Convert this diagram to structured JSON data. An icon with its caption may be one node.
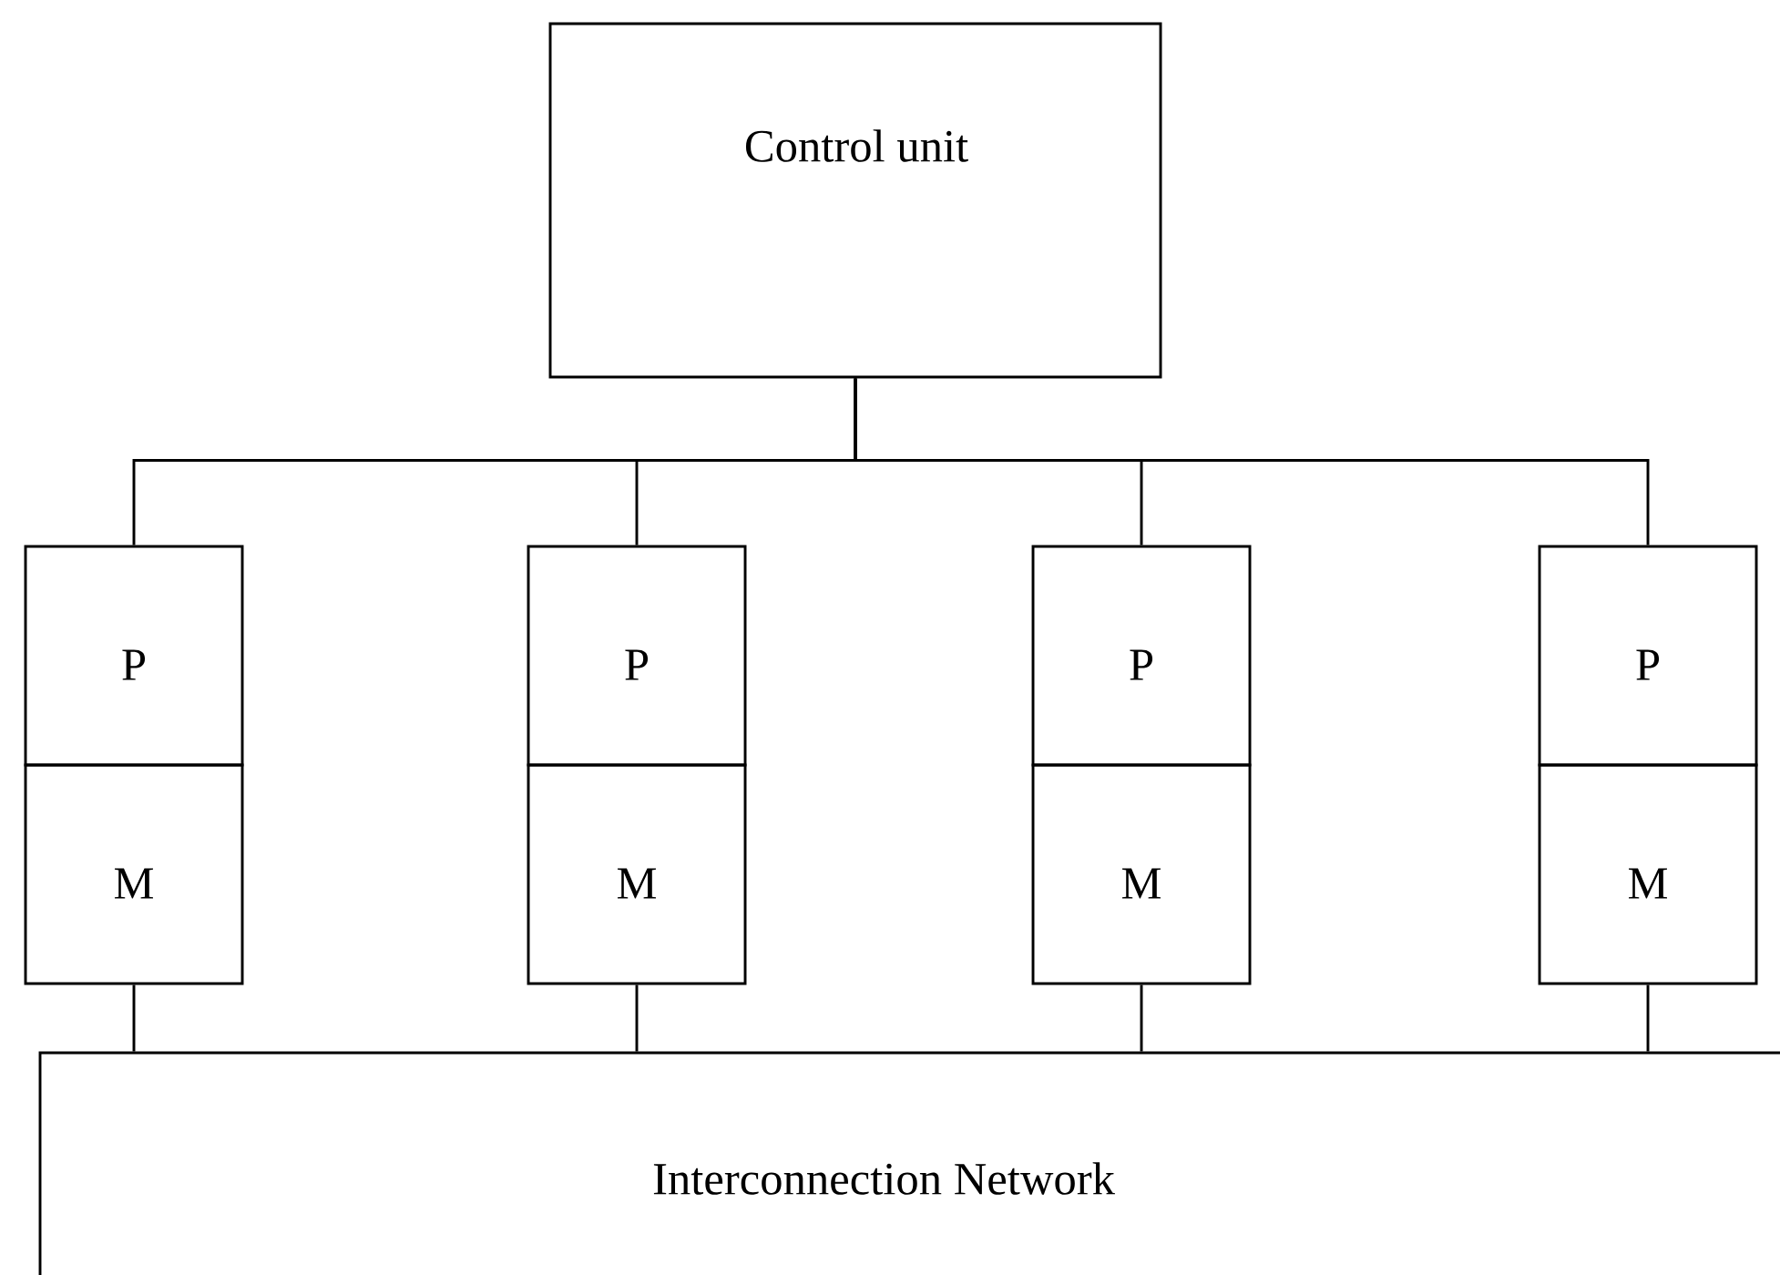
{
  "diagram": {
    "nodes": [
      {
        "text": [
          "Control unit"
        ]
      },
      {
        "text": [
          "P"
        ]
      },
      {
        "text": [
          "P"
        ]
      },
      {
        "text": [
          "P"
        ]
      },
      {
        "text": [
          "P"
        ]
      },
      {
        "text": [
          "M"
        ]
      },
      {
        "text": [
          "M"
        ]
      },
      {
        "text": [
          "M"
        ]
      },
      {
        "text": [
          "M"
        ]
      },
      {
        "text": [
          "Interconnection Network"
        ]
      }
    ],
    "edges": [
      {
        "from": 0,
        "to": 1,
        "arrow": "none"
      },
      {
        "from": 0,
        "to": 2,
        "arrow": "none"
      },
      {
        "from": 0,
        "to": 3,
        "arrow": "none"
      },
      {
        "from": 0,
        "to": 4,
        "arrow": "none"
      },
      {
        "from": 5,
        "to": 9,
        "arrow": "none"
      },
      {
        "from": 6,
        "to": 9,
        "arrow": "none"
      },
      {
        "from": 7,
        "to": 9,
        "arrow": "none"
      },
      {
        "from": 8,
        "to": 9,
        "arrow": "none"
      }
    ]
  }
}
